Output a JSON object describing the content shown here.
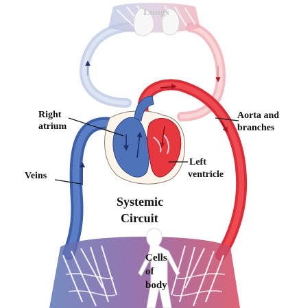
{
  "labels": {
    "lungs": "Lungs",
    "right_atrium_line1": "Right",
    "right_atrium_line2": "atrium",
    "aorta_line1": "Aorta and",
    "aorta_line2": "branches",
    "veins": "Veins",
    "left_ventricle_line1": "Left",
    "left_ventricle_line2": "ventricle",
    "systemic_line1": "Systemic",
    "systemic_line2": "Circuit",
    "cells_line1": "Cells",
    "cells_line2": "of",
    "cells_line3": "body"
  },
  "colors": {
    "venous_blue": "#4f73b8",
    "arterial_red": "#e8383f",
    "pale_blue": "#c9d4ea",
    "pale_red": "#f4bcc0",
    "capillary_purple": "#8a5a9c"
  }
}
